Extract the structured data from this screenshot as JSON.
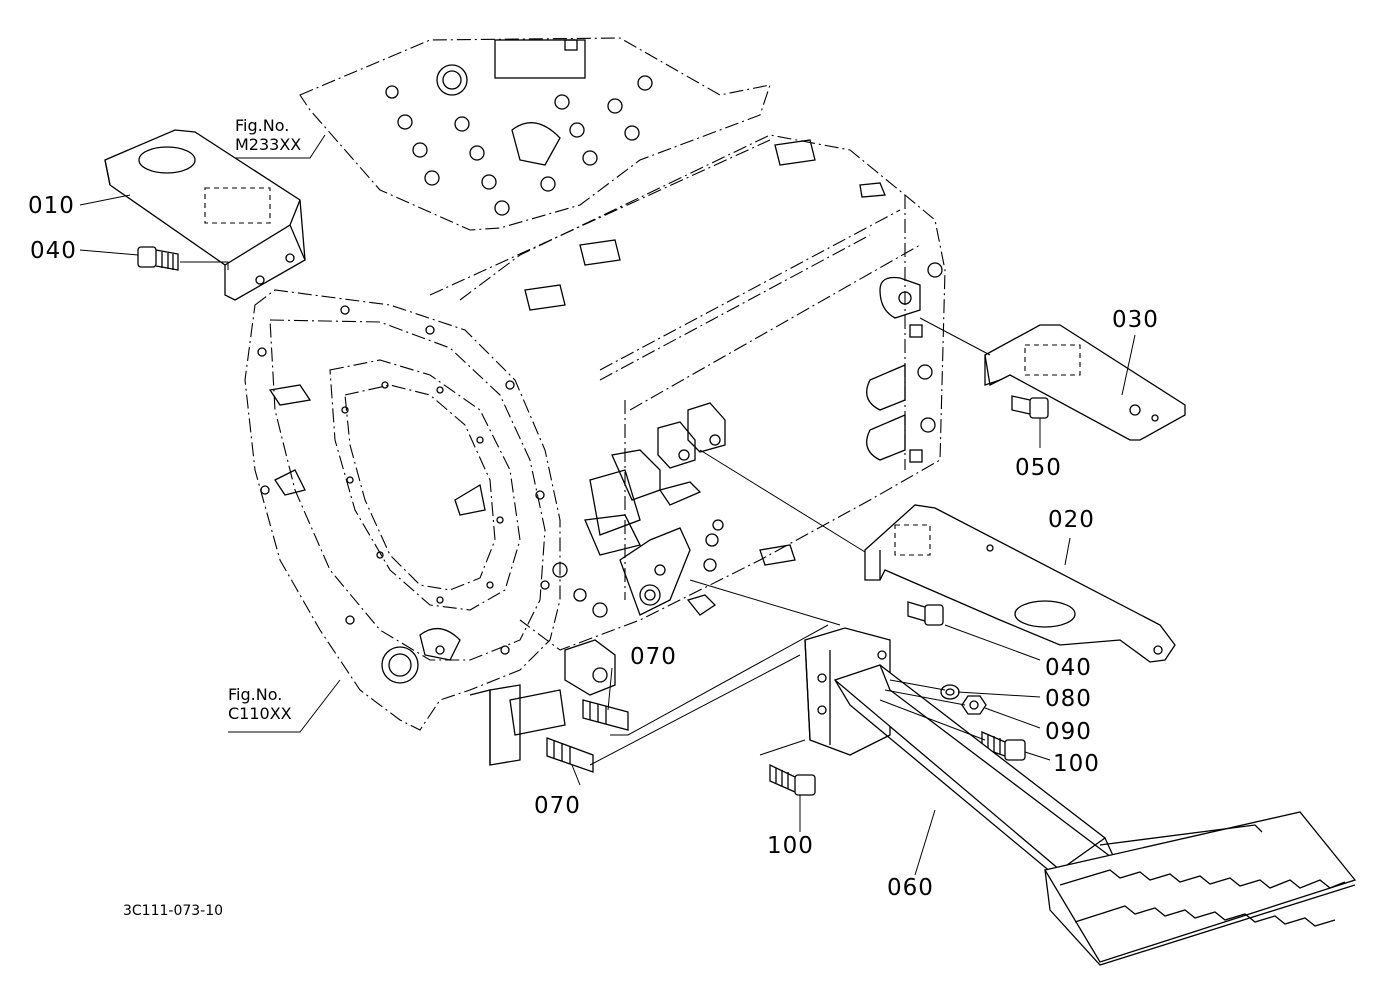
{
  "labels": {
    "l010": "010",
    "l040a": "040",
    "l030": "030",
    "l050": "050",
    "l020": "020",
    "l040b": "040",
    "l080": "080",
    "l090": "090",
    "l100a": "100",
    "l070a": "070",
    "l070b": "070",
    "l100b": "100",
    "l060": "060"
  },
  "figrefs": {
    "top": {
      "prefix": "Fig.No.",
      "code": "M233XX"
    },
    "bottom": {
      "prefix": "Fig.No.",
      "code": "C110XX"
    }
  },
  "drawing_code": "3C111-073-10"
}
